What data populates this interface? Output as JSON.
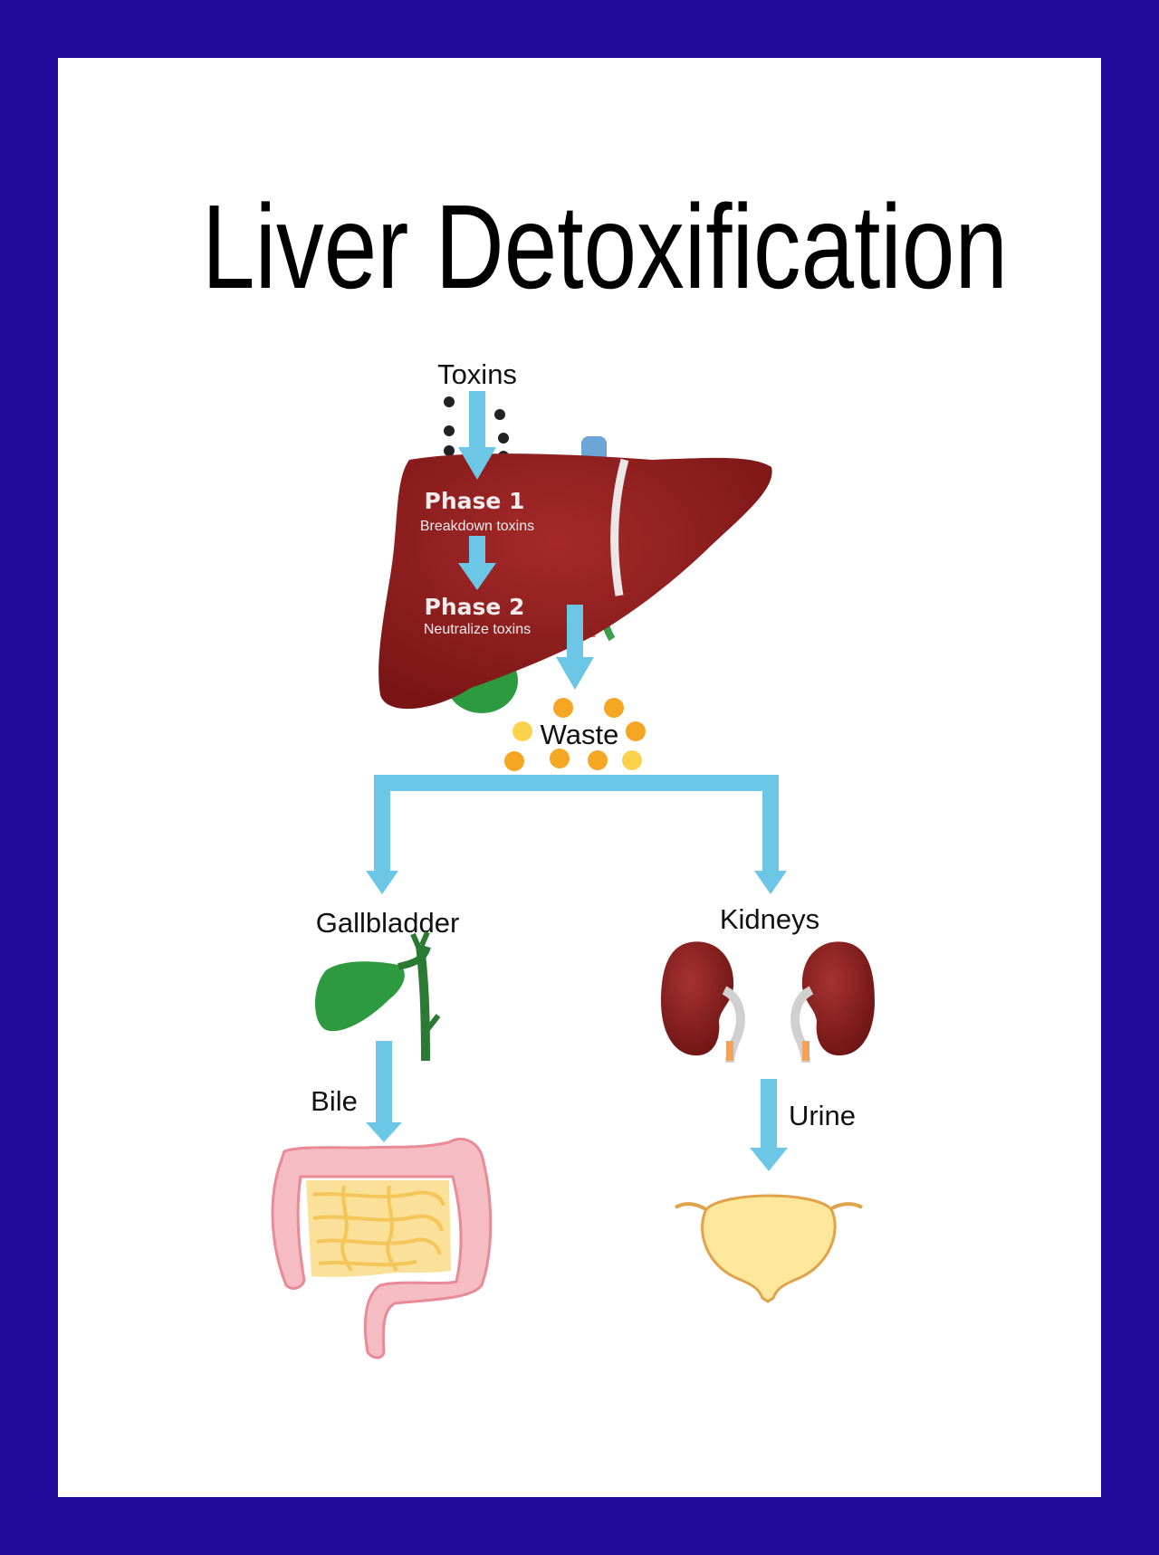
{
  "title": "Liver Detoxification",
  "labels": {
    "toxins": "Toxins",
    "phase1": "Phase 1",
    "phase1_sub": "Breakdown toxins",
    "phase2": "Phase 2",
    "phase2_sub": "Neutralize toxins",
    "waste": "Waste",
    "gallbladder": "Gallbladder",
    "kidneys": "Kidneys",
    "bile": "Bile",
    "urine": "Urine"
  },
  "colors": {
    "border": "#21099a",
    "arrow": "#6cc6e6",
    "liver": "#8e1d1d",
    "gallbladder": "#2e9a40",
    "waste_dot": "#f5a623",
    "bladder": "#fde79a"
  }
}
